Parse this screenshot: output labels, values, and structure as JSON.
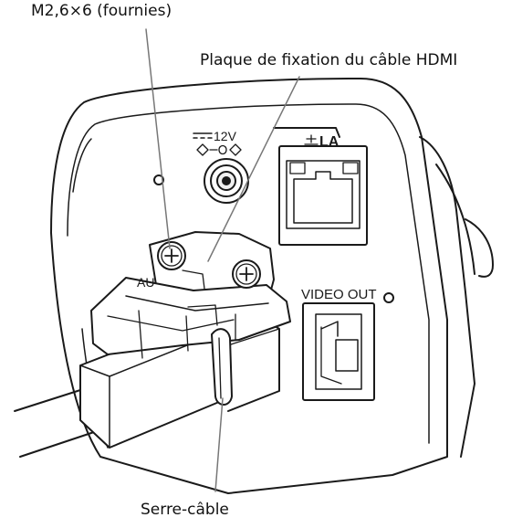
{
  "callouts": {
    "screws": "M2,6×6 (fournies)",
    "hdmi_plate": "Plaque de fixation du câble HDMI",
    "cable_tie": "Serre-câble"
  },
  "panel_labels": {
    "power": "12V",
    "lan": "LA",
    "video_out": "VIDEO OUT",
    "audio": "AU"
  },
  "colors": {
    "line": "#1a1a1a",
    "leader": "#777777",
    "housing": "#ffffff",
    "shade": "#e6e6e6"
  }
}
